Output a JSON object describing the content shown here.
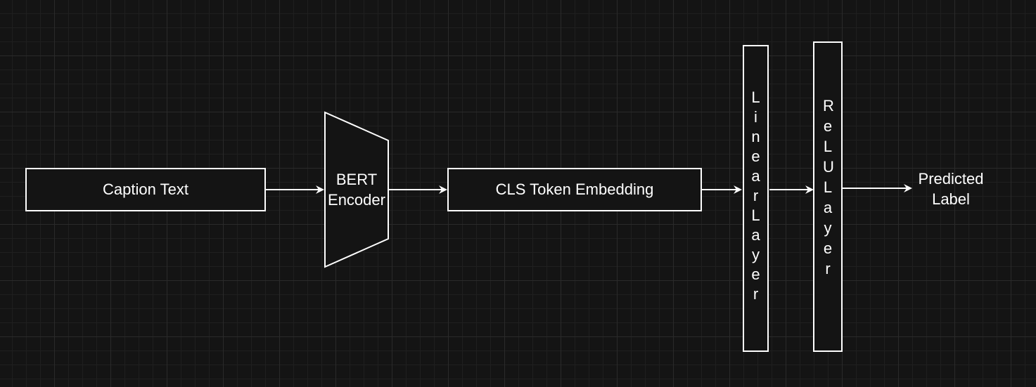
{
  "diagram": {
    "colors": {
      "background": "#141414",
      "stroke": "#ffffff",
      "text": "#ffffff",
      "grid": "#2a2a2a"
    },
    "nodes": {
      "caption_text": "Caption Text",
      "bert_encoder_line1": "BERT",
      "bert_encoder_line2": "Encoder",
      "cls_embedding": "CLS Token Embedding",
      "linear_layer": "Linear Layer",
      "relu_layer": "ReLU Layer",
      "predicted_label_line1": "Predicted",
      "predicted_label_line2": "Label"
    },
    "edges": [
      {
        "from": "caption_text",
        "to": "bert_encoder"
      },
      {
        "from": "bert_encoder",
        "to": "cls_embedding"
      },
      {
        "from": "cls_embedding",
        "to": "linear_layer"
      },
      {
        "from": "linear_layer",
        "to": "relu_layer"
      },
      {
        "from": "relu_layer",
        "to": "predicted_label"
      }
    ]
  }
}
